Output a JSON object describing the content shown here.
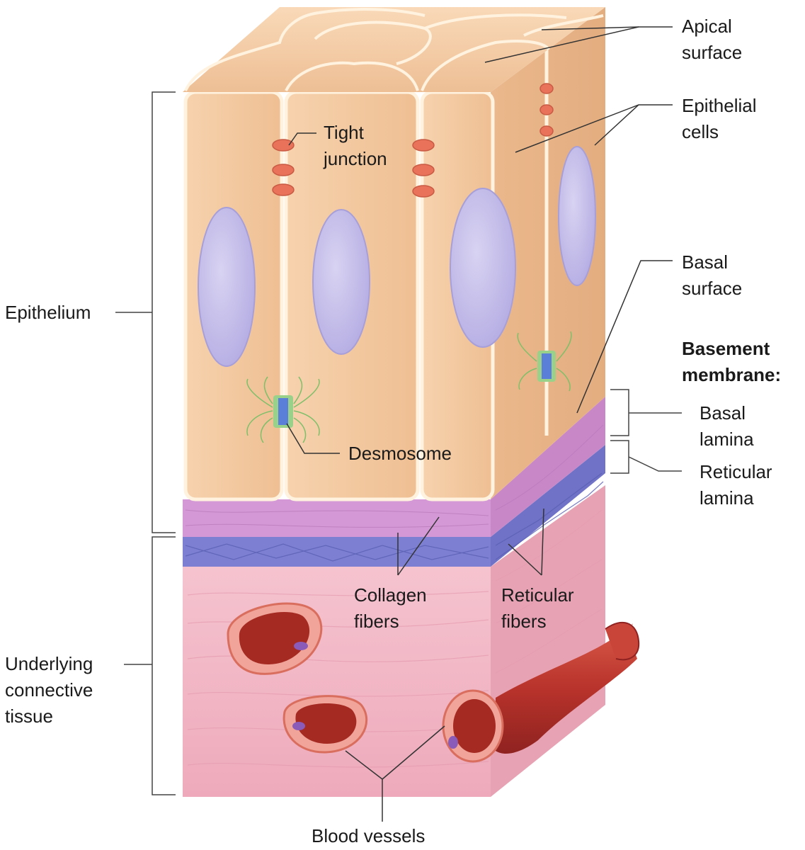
{
  "labels": {
    "apical_surface": "Apical\nsurface",
    "epithelial_cells": "Epithelial\ncells",
    "tight_junction": "Tight\njunction",
    "basal_surface": "Basal\nsurface",
    "basement_membrane": "Basement\nmembrane:",
    "basal_lamina": "Basal\nlamina",
    "reticular_lamina": "Reticular\nlamina",
    "epithelium": "Epithelium",
    "desmosome": "Desmosome",
    "collagen_fibers": "Collagen\nfibers",
    "reticular_fibers": "Reticular\nfibers",
    "underlying_connective_tissue": "Underlying\nconnective\ntissue",
    "blood_vessels": "Blood vessels"
  },
  "colors": {
    "cell_fill": "#f3c9a0",
    "cell_outline": "#fff3e0",
    "nucleus": "#c9c3ea",
    "basal_lamina": "#cf8fcf",
    "reticular_lamina": "#7b7fd0",
    "connective_tissue": "#f2b6c4",
    "blood_vessel": "#c9453a",
    "junction": "#e8735a",
    "leader_line": "#333333"
  }
}
